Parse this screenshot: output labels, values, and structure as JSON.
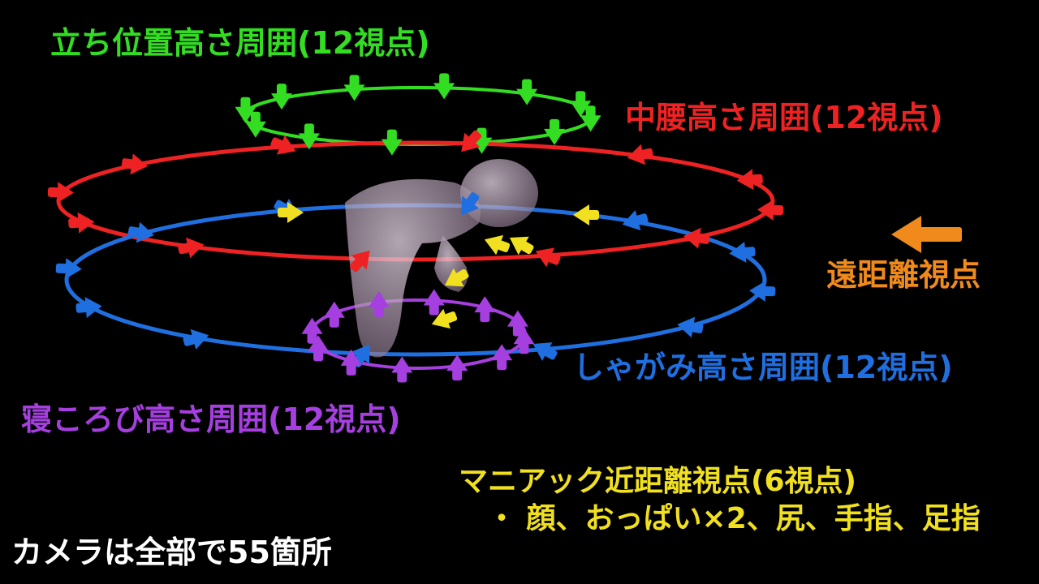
{
  "labels": {
    "standing": "立ち位置高さ周囲(12視点)",
    "mid_waist": "中腰高さ周囲(12視点)",
    "far": "遠距離視点",
    "crouch": "しゃがみ高さ周囲(12視点)",
    "lying": "寝ころび高さ周囲(12視点)",
    "maniac": "マニアック近距離視点(6視点)",
    "maniac_detail": "・ 顔、おっぱい×2、尻、手指、足指",
    "total": "カメラは全部で55箇所"
  },
  "colors": {
    "standing": "#33dd22",
    "mid_waist": "#ee2222",
    "far": "#f08a1c",
    "crouch": "#1f6fe0",
    "lying": "#a63fe0",
    "maniac": "#f0e020",
    "figure": "#c9b6c9"
  },
  "rings": [
    {
      "id": "standing",
      "color": "#33dd22",
      "cameras": 12
    },
    {
      "id": "mid_waist",
      "color": "#ee2222",
      "cameras": 12
    },
    {
      "id": "crouch",
      "color": "#1f6fe0",
      "cameras": 12
    },
    {
      "id": "lying",
      "color": "#a63fe0",
      "cameras": 12
    }
  ],
  "close_cameras": {
    "color": "#f0e020",
    "cameras": 6
  },
  "far_camera": {
    "color": "#f08a1c",
    "cameras": 1
  }
}
